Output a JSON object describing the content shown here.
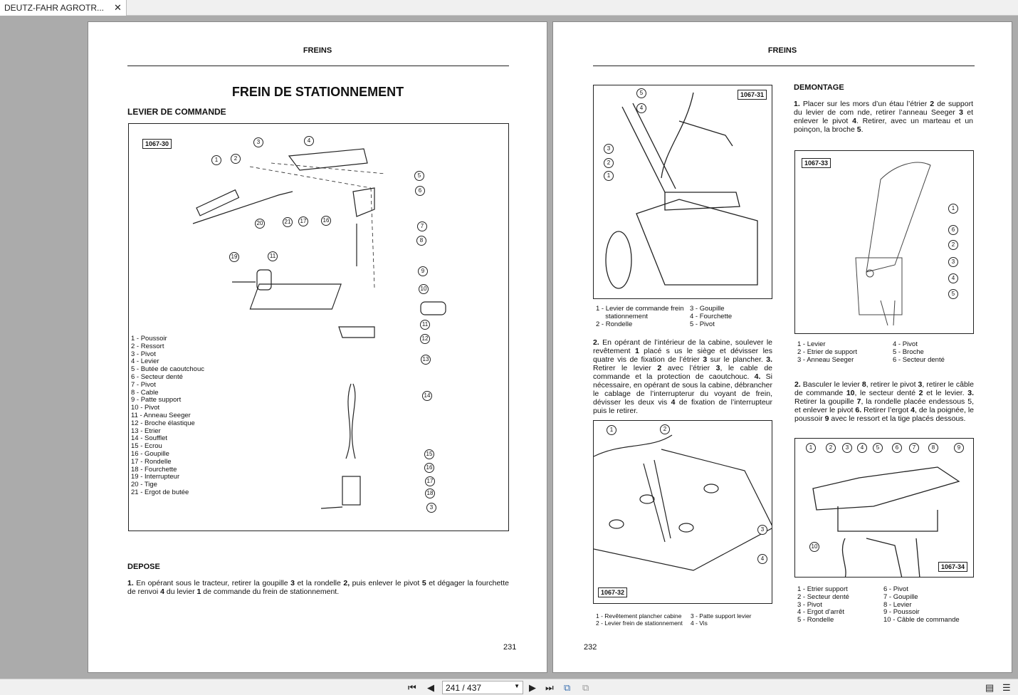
{
  "tab": {
    "title": "DEUTZ-FAHR AGROTR...",
    "close": "✕"
  },
  "left": {
    "header": "FREINS",
    "title": "FREIN DE STATIONNEMENT",
    "subtitle": "LEVIER DE COMMANDE",
    "figure": {
      "id": "1067-30",
      "callouts": [
        "1",
        "2",
        "3",
        "4",
        "5",
        "6",
        "7",
        "8",
        "9",
        "10",
        "11",
        "19",
        "20",
        "21",
        "17",
        "16",
        "11",
        "12",
        "13",
        "14",
        "15",
        "16",
        "17",
        "18",
        "3"
      ],
      "legend": [
        "1 - Poussoir",
        "2 - Ressort",
        "3 - Pivot",
        "4 - Levier",
        "5 - Butée de caoutchouc",
        "6 - Secteur denté",
        "7 - Pivot",
        "8 - Cable",
        "9 - Patte support",
        "10 - Pivot",
        "11 - Anneau Seeger",
        "12 - Broche élastique",
        "13 - Etrier",
        "14 - Soufflet",
        "15 - Ecrou",
        "16 - Goupille",
        "17 - Rondelle",
        "18 - Fourchette",
        "19 - Interrupteur",
        "20 - Tige",
        "21 - Ergot de butée"
      ]
    },
    "section": "DEPOSE",
    "paragraphs": [
      [
        {
          "t": "1.",
          "b": 1
        },
        {
          "t": " En opérant sous le tracteur, retirer la goupille "
        },
        {
          "t": "3",
          "b": 1
        },
        {
          "t": " et la rondelle "
        },
        {
          "t": "2,",
          "b": 1
        },
        {
          "t": " puis enlever le pivot "
        },
        {
          "t": "5",
          "b": 1
        },
        {
          "t": " et dégager la fourchette de renvoi "
        },
        {
          "t": "4",
          "b": 1
        },
        {
          "t": " du levier "
        },
        {
          "t": "1",
          "b": 1
        },
        {
          "t": " de commande du frein de stationnement."
        }
      ]
    ],
    "page_number": "231"
  },
  "right": {
    "header": "FREINS",
    "fig31": {
      "id": "1067-31",
      "callouts": [
        "5",
        "4",
        "3",
        "2",
        "1"
      ],
      "legend_col1": [
        "1 - Levier de commande frein",
        "     stationnement",
        "2 - Rondelle"
      ],
      "legend_col2": [
        "3 - Goupille",
        "4 - Fourchette",
        "5 - Pivot"
      ]
    },
    "section": "DEMONTAGE",
    "para_demontage": [
      {
        "t": "1.",
        "b": 1
      },
      {
        "t": " Placer sur les mors d’un étau l’étrier "
      },
      {
        "t": "2",
        "b": 1
      },
      {
        "t": " de support du levier de com nde, retirer l’anneau Seeger "
      },
      {
        "t": "3",
        "b": 1
      },
      {
        "t": " et enlever le pivot "
      },
      {
        "t": "4",
        "b": 1
      },
      {
        "t": ". Retirer, avec un marteau et un poinçon, la broche "
      },
      {
        "t": "5",
        "b": 1
      },
      {
        "t": "."
      }
    ],
    "fig33": {
      "id": "1067-33",
      "callouts": [
        "1",
        "6",
        "2",
        "3",
        "4",
        "5"
      ],
      "legend_col1": [
        "1 - Levier",
        "2 - Etrier de support",
        "3 - Anneau Seeger"
      ],
      "legend_col2": [
        "4 - Pivot",
        "5 - Broche",
        "6 - Secteur denté"
      ]
    },
    "para_left": [
      {
        "t": "2.",
        "b": 1
      },
      {
        "t": " En opérant de l’intérieur de la cabine, soulever le revêtement "
      },
      {
        "t": "1",
        "b": 1
      },
      {
        "t": " placé s us le siège et dévisser les quatre vis de fixation de l’étrier "
      },
      {
        "t": "3",
        "b": 1
      },
      {
        "t": " sur le plancher. "
      },
      {
        "t": "3.",
        "b": 1
      },
      {
        "t": " Retirer le levier "
      },
      {
        "t": "2",
        "b": 1
      },
      {
        "t": " avec l’étrier "
      },
      {
        "t": "3",
        "b": 1
      },
      {
        "t": ", le cable de commande et la protection de caoutchouc. "
      },
      {
        "t": "4.",
        "b": 1
      },
      {
        "t": " Si nécessaire, en opérant de sous la cabine, débrancher le cablage de l’interrupterur du voyant de frein, dévisser les deux vis "
      },
      {
        "t": "4",
        "b": 1
      },
      {
        "t": " de fixation de l’interrupteur puis le retirer."
      }
    ],
    "para_right": [
      {
        "t": "2.",
        "b": 1
      },
      {
        "t": " Basculer le levier "
      },
      {
        "t": "8",
        "b": 1
      },
      {
        "t": ", retirer le pivot "
      },
      {
        "t": "3",
        "b": 1
      },
      {
        "t": ", retirer le câble de commande "
      },
      {
        "t": "10",
        "b": 1
      },
      {
        "t": ", le secteur denté "
      },
      {
        "t": "2",
        "b": 1
      },
      {
        "t": " et le levier. "
      },
      {
        "t": "3.",
        "b": 1
      },
      {
        "t": " Retirer la goupille "
      },
      {
        "t": "7",
        "b": 1
      },
      {
        "t": ", la rondelle placée endessous 5, et enlever le pivot "
      },
      {
        "t": "6.",
        "b": 1
      },
      {
        "t": " Retirer l’ergot "
      },
      {
        "t": "4",
        "b": 1
      },
      {
        "t": ", de la poignée, le poussoir "
      },
      {
        "t": "9",
        "b": 1
      },
      {
        "t": " avec le ressort et la tige placés dessous."
      }
    ],
    "fig32": {
      "id": "1067-32",
      "callouts": [
        "1",
        "2",
        "3",
        "4"
      ],
      "legend_col1": [
        "1 - Revêtement plancher cabine",
        "2 - Levier frein de stationnement"
      ],
      "legend_col2": [
        "3 - Patte support levier",
        "4 - Vis"
      ]
    },
    "fig34": {
      "id": "1067-34",
      "callouts": [
        "1",
        "2",
        "3",
        "4",
        "5",
        "6",
        "7",
        "8",
        "9",
        "10"
      ],
      "legend_col1": [
        "1 - Etrier support",
        "2 - Secteur denté",
        "3 - Pivot",
        "4 - Ergot d’arrêt",
        "5 - Rondelle"
      ],
      "legend_col2": [
        "6 - Pivot",
        "7 - Goupille",
        "8 - Levier",
        "9 - Poussoir",
        "10 - Câble de commande"
      ]
    },
    "page_number": "232"
  },
  "toolbar": {
    "page_indicator": "241 / 437"
  }
}
